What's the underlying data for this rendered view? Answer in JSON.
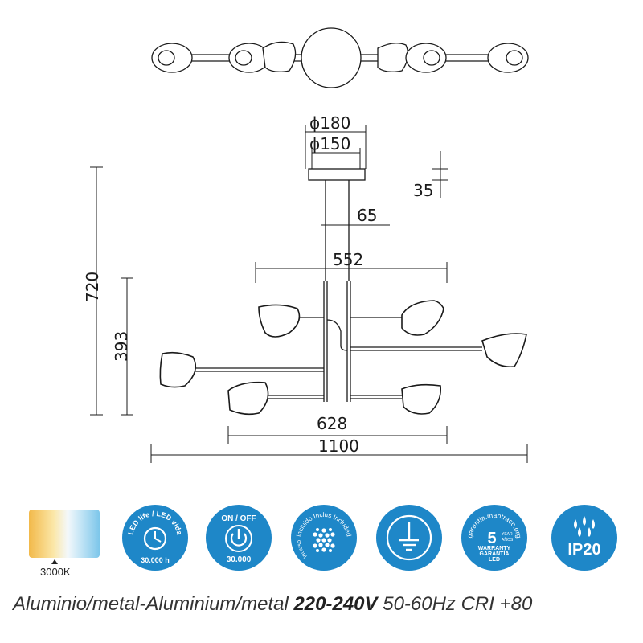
{
  "dimensions": {
    "d180": "ϕ180",
    "d150": "ϕ150",
    "d35": "35",
    "d65": "65",
    "d552": "552",
    "d720": "720",
    "d393": "393",
    "d628": "628",
    "d1100": "1100"
  },
  "icons": {
    "color_temp": {
      "label": "3000K",
      "icon": "color-temperature-gradient"
    },
    "led_life": {
      "top": "LED life / LED vida",
      "bottom": "30.000 h",
      "icon": "clock-icon"
    },
    "on_off": {
      "top": "ON / OFF",
      "bottom": "30.000",
      "icon": "power-icon"
    },
    "included": {
      "text": "incluido Inclus Included",
      "text2": "Incluso",
      "icon": "led-dots-icon"
    },
    "earth": {
      "icon": "earth-ground-icon"
    },
    "warranty": {
      "arc": "garantia.mantraco.org",
      "years": "5",
      "year_small": "YEAR",
      "year_small2": "AÑOS",
      "line1": "WARRANTY",
      "line2": "GARANTÍA",
      "line3": "LED",
      "icon": "warranty-badge"
    },
    "ip": {
      "label": "IP20",
      "icon": "water-drops-icon"
    }
  },
  "spec": {
    "material": "Aluminio/metal-Aluminium/metal",
    "voltage": "220-240V",
    "rest": "50-60Hz CRI +80"
  },
  "colors": {
    "badge_blue": "#1e87c8"
  }
}
